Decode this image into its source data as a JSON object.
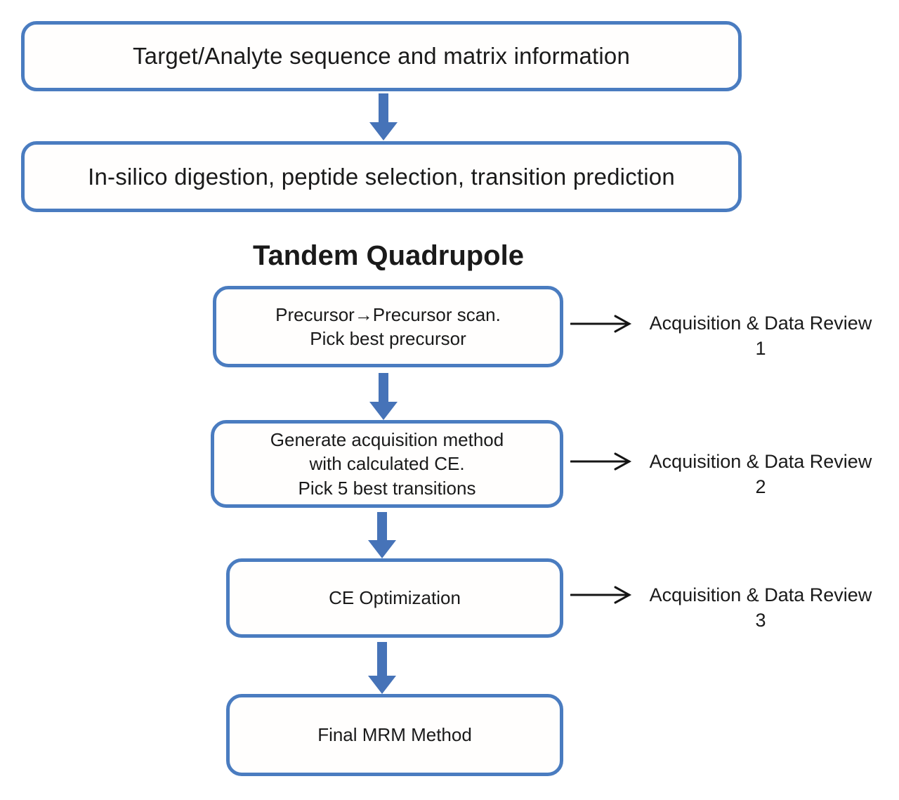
{
  "flow": {
    "title": "Tandem Quadrupole",
    "nodes": [
      {
        "id": "target-analyte",
        "lines": [
          "Target/Analyte sequence and matrix information"
        ]
      },
      {
        "id": "in-silico-digestion",
        "lines": [
          "In-silico digestion, peptide selection, transition prediction"
        ]
      },
      {
        "id": "precursor-scan",
        "lines": [
          "Precursor→Precursor scan.",
          "Pick best precursor"
        ]
      },
      {
        "id": "generate-acquisition-method",
        "lines": [
          "Generate acquisition method",
          "with calculated CE.",
          "Pick 5 best transitions"
        ]
      },
      {
        "id": "ce-optimization",
        "lines": [
          "CE Optimization"
        ]
      },
      {
        "id": "final-mrm-method",
        "lines": [
          "Final MRM Method"
        ]
      }
    ],
    "annotations": [
      {
        "label": "Acquisition & Data Review",
        "number": "1"
      },
      {
        "label": "Acquisition & Data Review",
        "number": "2"
      },
      {
        "label": "Acquisition & Data Review",
        "number": "3"
      }
    ],
    "colors": {
      "box_border": "#4a7cc0",
      "down_arrow": "#4673b8",
      "connector": "#151515",
      "text": "#1a1a1a",
      "background": "#ffffff"
    }
  }
}
